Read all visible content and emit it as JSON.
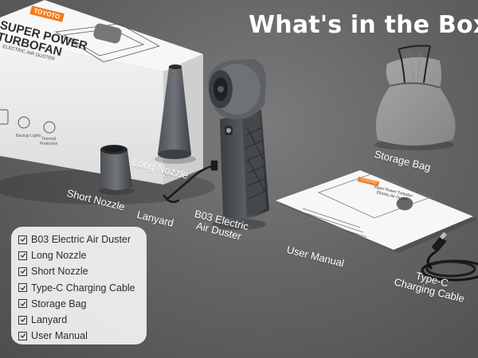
{
  "headline": "What's in the Box?",
  "labels": {
    "long_nozzle": "Long Nozzle",
    "short_nozzle": "Short Nozzle",
    "lanyard": "Lanyard",
    "duster_line1": "B03 Electric",
    "duster_line2": "Air Duster",
    "storage_bag": "Storage Bag",
    "user_manual": "User Manual",
    "cable_line1": "Type-C",
    "cable_line2": "Charging Cable"
  },
  "box_print": {
    "brand": "TOYOTO",
    "title_line1": "SUPER POWER",
    "title_line2": "TURBOFAN",
    "subtitle": "ELECTRIC AIR DUSTER",
    "features": [
      "Backup Lights",
      "Thermal Protection"
    ]
  },
  "manual_print": {
    "brand": "TOYOTO",
    "title_line1": "Super Power Turbofan",
    "title_line2": "Electric Air Duster"
  },
  "checklist": [
    "B03 Electric Air Duster",
    "Long Nozzle",
    "Short Nozzle",
    "Type-C Charging Cable",
    "Storage Bag",
    "Lanyard",
    "User Manual"
  ],
  "colors": {
    "accent": "#f07b1f",
    "background": "#656565",
    "panel": "#f2f2f2"
  }
}
